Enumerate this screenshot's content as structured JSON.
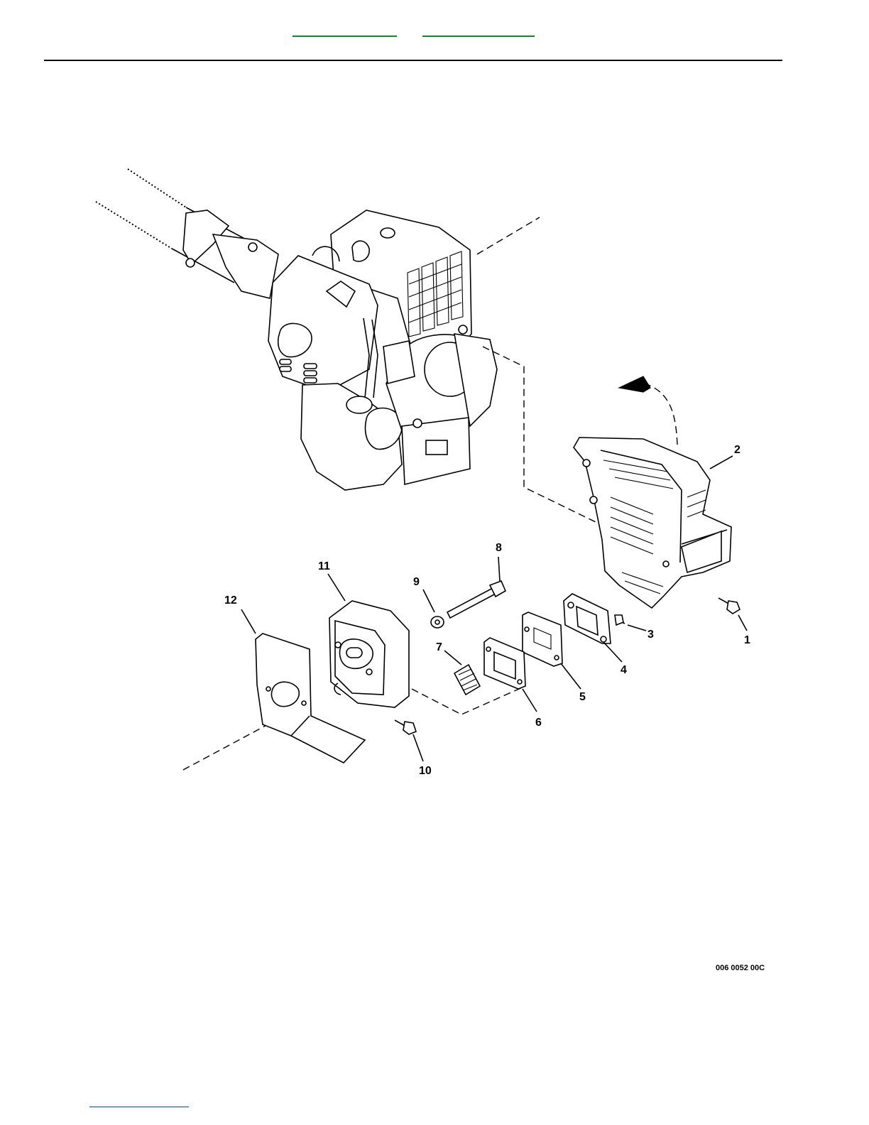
{
  "header": {
    "links": [
      "",
      ""
    ]
  },
  "figure": {
    "code": "006 0052 00C",
    "callouts": [
      "1",
      "2",
      "3",
      "4",
      "5",
      "6",
      "7",
      "8",
      "9",
      "10",
      "11",
      "12"
    ]
  },
  "footer": {
    "link": ""
  }
}
